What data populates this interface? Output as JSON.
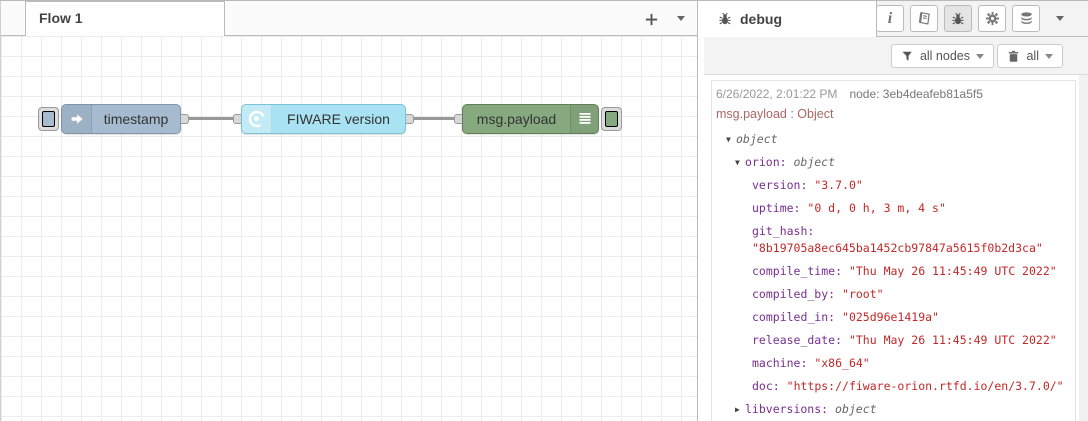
{
  "workspace": {
    "tab_label": "Flow 1",
    "nodes": [
      {
        "type": "inject",
        "label": "timestamp",
        "color": "#a6bbcf"
      },
      {
        "type": "function",
        "label": "FIWARE version",
        "color": "#a9e2f3"
      },
      {
        "type": "debug",
        "label": "msg.payload",
        "color": "#87a980"
      }
    ],
    "wire_color": "#999999"
  },
  "sidebar": {
    "tab_label": "debug",
    "filter_label": "all nodes",
    "clear_label": "all",
    "icons": {
      "info_glyph": "i"
    },
    "tree_arrows": {
      "down": "▼",
      "right": "▶"
    },
    "colors": {
      "key": "#792e90",
      "string": "#c22828",
      "object_type": "#666666",
      "property": "#aa6666",
      "meta": "#999999"
    },
    "message": {
      "timestamp": "6/26/2022, 2:01:22 PM",
      "source": "node: 3eb4deafeb81a5f5",
      "property": "msg.payload : Object",
      "tree": [
        {
          "indent": 0,
          "arrow": "down",
          "key": "",
          "value": "object",
          "type": "object"
        },
        {
          "indent": 1,
          "arrow": "down",
          "key": "orion",
          "value": "object",
          "type": "object"
        },
        {
          "indent": 2,
          "arrow": null,
          "key": "version",
          "value": "\"3.7.0\"",
          "type": "string"
        },
        {
          "indent": 2,
          "arrow": null,
          "key": "uptime",
          "value": "\"0 d, 0 h, 3 m, 4 s\"",
          "type": "string"
        },
        {
          "indent": 2,
          "arrow": null,
          "key": "git_hash",
          "value": "\"8b19705a8ec645ba1452cb97847a5615f0b2d3ca\"",
          "type": "string"
        },
        {
          "indent": 2,
          "arrow": null,
          "key": "compile_time",
          "value": "\"Thu May 26 11:45:49 UTC 2022\"",
          "type": "string"
        },
        {
          "indent": 2,
          "arrow": null,
          "key": "compiled_by",
          "value": "\"root\"",
          "type": "string"
        },
        {
          "indent": 2,
          "arrow": null,
          "key": "compiled_in",
          "value": "\"025d96e1419a\"",
          "type": "string"
        },
        {
          "indent": 2,
          "arrow": null,
          "key": "release_date",
          "value": "\"Thu May 26 11:45:49 UTC 2022\"",
          "type": "string"
        },
        {
          "indent": 2,
          "arrow": null,
          "key": "machine",
          "value": "\"x86_64\"",
          "type": "string"
        },
        {
          "indent": 2,
          "arrow": null,
          "key": "doc",
          "value": "\"https://fiware-orion.rtfd.io/en/3.7.0/\"",
          "type": "string"
        },
        {
          "indent": 1,
          "arrow": "right",
          "key": "libversions",
          "value": "object",
          "type": "object"
        }
      ]
    }
  }
}
